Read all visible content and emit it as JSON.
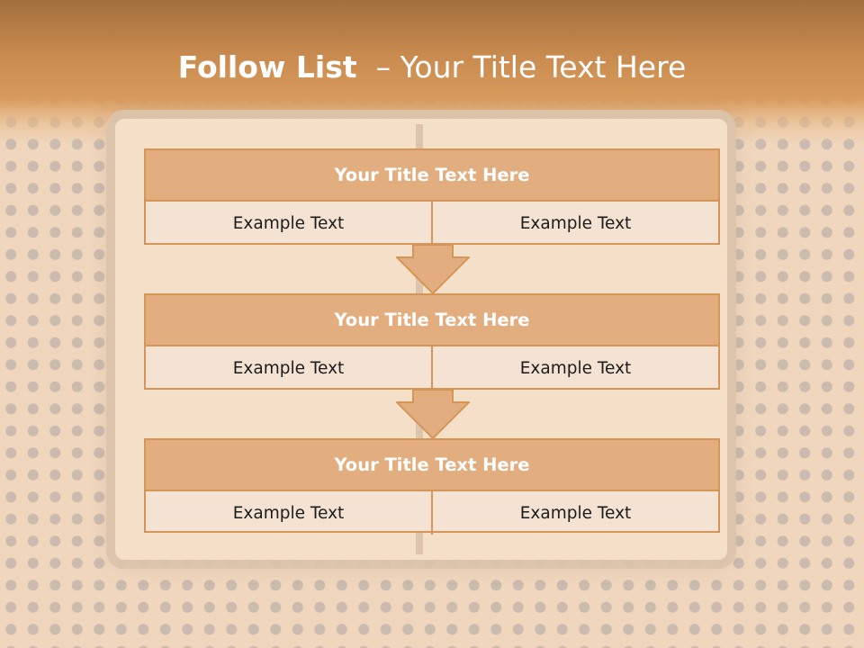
{
  "title": {
    "bold": "Follow List",
    "rest": "  – Your Title Text Here"
  },
  "steps": [
    {
      "title": "Your Title Text Here",
      "left": "Example Text",
      "right": "Example Text"
    },
    {
      "title": "Your Title Text Here",
      "left": "Example Text",
      "right": "Example Text"
    },
    {
      "title": "Your Title Text Here",
      "left": "Example Text",
      "right": "Example Text"
    }
  ],
  "colors": {
    "header_brown": "#a2703e",
    "accent_orange": "#d59556",
    "card_title_fill": "#e2ae7f",
    "card_body_fill": "#f4e2d2",
    "title_text": "#ffffff"
  }
}
